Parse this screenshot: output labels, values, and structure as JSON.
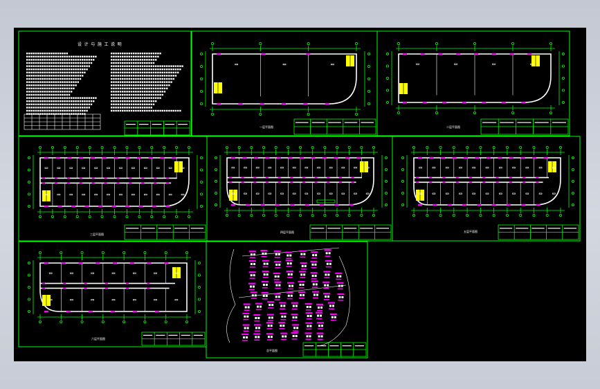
{
  "viewport": {
    "background": "#000000",
    "frame_color": "#00ff00",
    "wall_color": "#ffffff",
    "door_color": "#ff00ff",
    "stair_color": "#ffff00"
  },
  "sheets": {
    "notes": {
      "title": "设 计 与 施 工 说 明"
    },
    "plan_1": {
      "caption": "一层平面图"
    },
    "plan_2": {
      "caption": "二层平面图"
    },
    "plan_3": {
      "caption": "三层平面图"
    },
    "plan_4": {
      "caption": "四层平面图"
    },
    "plan_5": {
      "caption": "五层平面图"
    },
    "plan_6": {
      "caption": "六层平面图"
    },
    "site": {
      "caption": "总平面图"
    }
  },
  "icons": {
    "stair": "stair-icon",
    "door": "door-icon"
  }
}
